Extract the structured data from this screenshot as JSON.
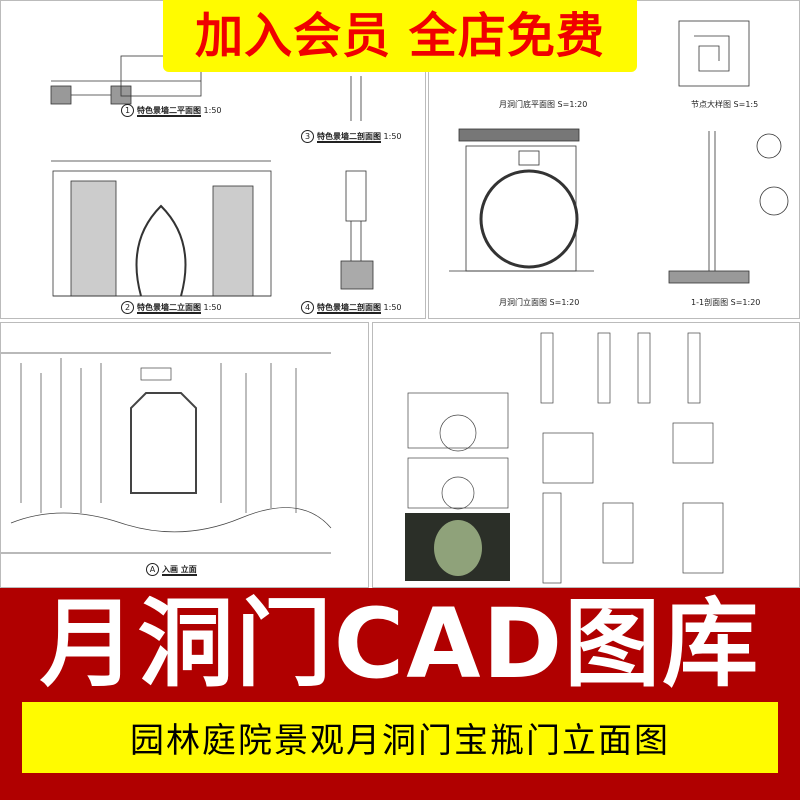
{
  "banner": {
    "text": "加入会员 全店免费",
    "text_color": "#f00000",
    "bg_color": "#fffb00"
  },
  "panels": {
    "top_left": {
      "labels": [
        {
          "num": "1",
          "title": "特色景墙二平面图",
          "scale": "1:50"
        },
        {
          "num": "3",
          "title": "特色景墙二剖面图",
          "scale": "1:50"
        },
        {
          "num": "2",
          "title": "特色景墙二立面图",
          "scale": "1:50"
        },
        {
          "num": "4",
          "title": "特色景墙二剖面图",
          "scale": "1:50"
        }
      ]
    },
    "top_right": {
      "labels": [
        {
          "title": "月洞门底平面图",
          "scale": "S=1:20"
        },
        {
          "title": "节点大样图",
          "scale": "S=1:5"
        },
        {
          "title": "月洞门立面图",
          "scale": "S=1:20"
        },
        {
          "title": "1-1剖面图",
          "scale": "S=1:20"
        }
      ]
    },
    "bottom_left": {
      "labels": [
        {
          "num": "A",
          "title": "入画 立面"
        }
      ]
    }
  },
  "footer": {
    "title": "月洞门CAD图库",
    "subtitle": "园林庭院景观月洞门宝瓶门立面图",
    "band_color": "#b00000",
    "subtitle_bg": "#fffb00"
  }
}
